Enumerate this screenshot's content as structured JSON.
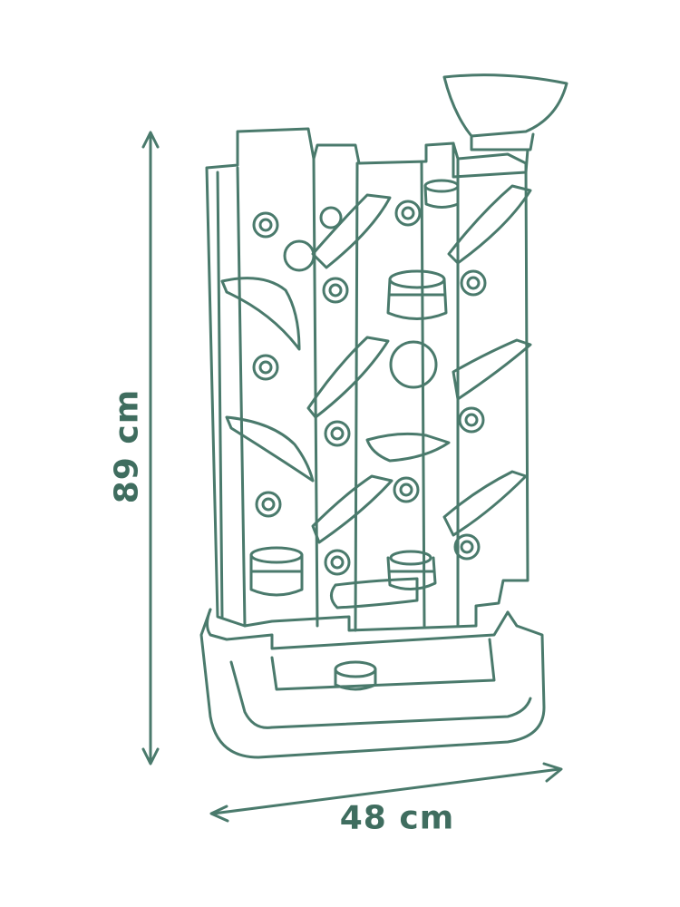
{
  "dimensions": {
    "height_label": "89 cm",
    "width_label": "48 cm"
  },
  "colors": {
    "line": "#4a7a6c",
    "label": "#3f6d5f",
    "background": "#ffffff"
  },
  "icons": {
    "height_arrow": "double-arrow-vertical",
    "width_arrow": "double-arrow-horizontal"
  }
}
